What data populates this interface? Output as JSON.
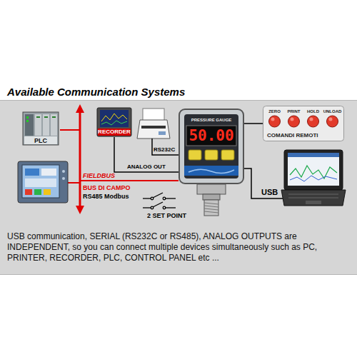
{
  "diagram": {
    "title": "Available Communication Systems",
    "caption": "USB communication, SERIAL (RS232C or RS485), ANALOG OUTPUTS are INDEPENDENT, so you can connect multiple devices simultaneously such as PC, PRINTER, RECORDER, PLC, CONTROL PANEL etc ...",
    "nodes": [
      {
        "text": [
          "PLC"
        ]
      },
      {
        "text": [
          "RECORDER"
        ]
      },
      {
        "text": [
          "PRESSURE GAUGE",
          "50.00"
        ]
      },
      {
        "text": [
          "COMANDI REMOTI"
        ]
      },
      {
        "text": [
          "ZERO"
        ],
        "in": 3
      },
      {
        "text": [
          "PRINT"
        ],
        "in": 3
      },
      {
        "text": [
          "HOLD"
        ],
        "in": 3
      },
      {
        "text": [
          "UNLOAD"
        ],
        "in": 3
      }
    ],
    "edges": [
      {
        "from": 1,
        "to": 2,
        "label": "ANALOG OUT",
        "arrow": "none"
      },
      {
        "from": 2,
        "to": 3,
        "arrow": "none"
      }
    ],
    "labels": [
      "RS232C",
      "FIELDBUS",
      "BUS DI CAMPO",
      "RS485 Modbus",
      "2 SET POINT",
      "USB"
    ]
  }
}
